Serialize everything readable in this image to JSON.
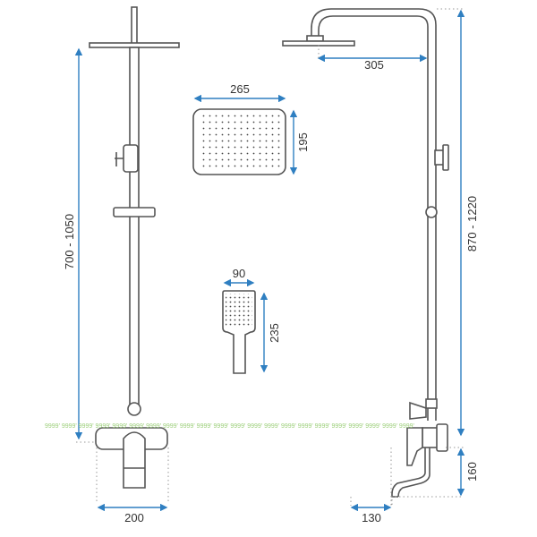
{
  "dimensions": {
    "rain_head_width": "265",
    "rain_head_depth": "195",
    "arm_reach": "305",
    "left_height_range": "700 - 1050",
    "right_height_range": "870 - 1220",
    "hand_shower_width": "90",
    "hand_shower_length": "235",
    "mixer_width": "200",
    "spout_height": "160",
    "spout_depth": "130"
  },
  "watermark": "9999' 9999' 9999' 9999' 9999' 9999' 9999' 9999' 9999' 9999' 9999' 9999' 9999' 9999' 9999' 9999' 9999' 9999' 9999' 9999' 9999' 9999'",
  "colors": {
    "dimension": "#2f7fc1",
    "outline": "#555555",
    "watermark": "#9ccf7a"
  }
}
